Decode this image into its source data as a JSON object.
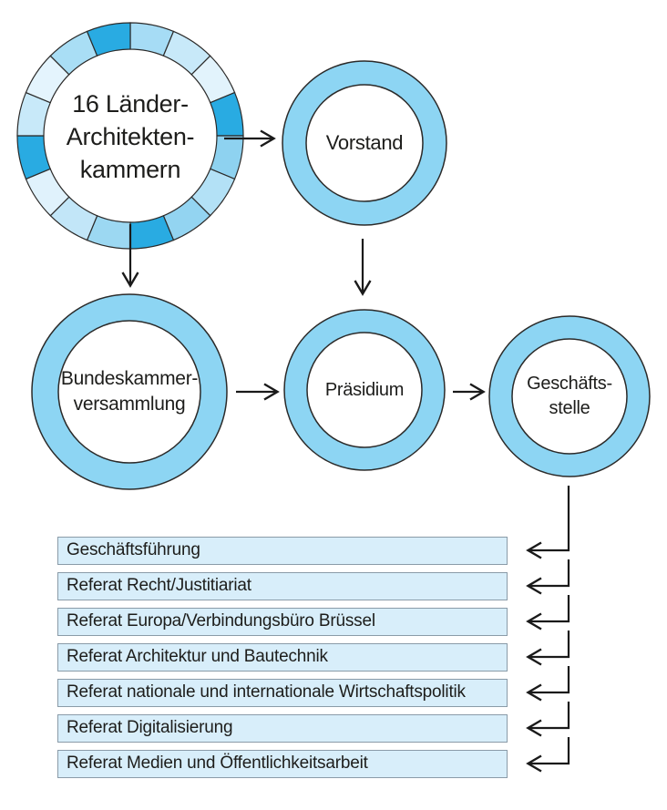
{
  "diagram": {
    "nodes": {
      "laender": {
        "lines": [
          "16 Länder-",
          "Architekten-",
          "kammern"
        ]
      },
      "vorstand": {
        "label": "Vorstand"
      },
      "bundeskammerversammlung": {
        "lines": [
          "Bundeskammer-",
          "versammlung"
        ]
      },
      "praesidium": {
        "label": "Präsidium"
      },
      "geschaeftsstelle": {
        "lines": [
          "Geschäfts-",
          "stelle"
        ]
      }
    },
    "departments": [
      "Geschäftsführung",
      "Referat Recht/Justitiariat",
      "Referat Europa/Verbindungsbüro Brüssel",
      "Referat Architektur und Bautechnik",
      "Referat nationale und internationale Wirtschaftspolitik",
      "Referat Digitalisierung",
      "Referat Medien und Öffentlichkeitsarbeit"
    ],
    "colors": {
      "ring_fill": "#8dd5f3",
      "segment_dark": "#29abe2",
      "outline": "#2b2a29",
      "connector": "#1a1a1a",
      "bar_fill": "#d8eefa",
      "bar_border": "#8a9ba8",
      "text": "#1d1d1b",
      "inner_fill": "#ffffff"
    },
    "ring_segments": [
      "#a6dcf5",
      "#c8e9f9",
      "#e2f3fc",
      "#29abe2",
      "#8ed2f0",
      "#b3e1f6",
      "#93d4f1",
      "#29abe2",
      "#9cd8f2",
      "#c2e6f8",
      "#e0f2fc",
      "#29abe2",
      "#c8e9f9",
      "#e4f4fd",
      "#a9def5",
      "#29abe2"
    ]
  }
}
